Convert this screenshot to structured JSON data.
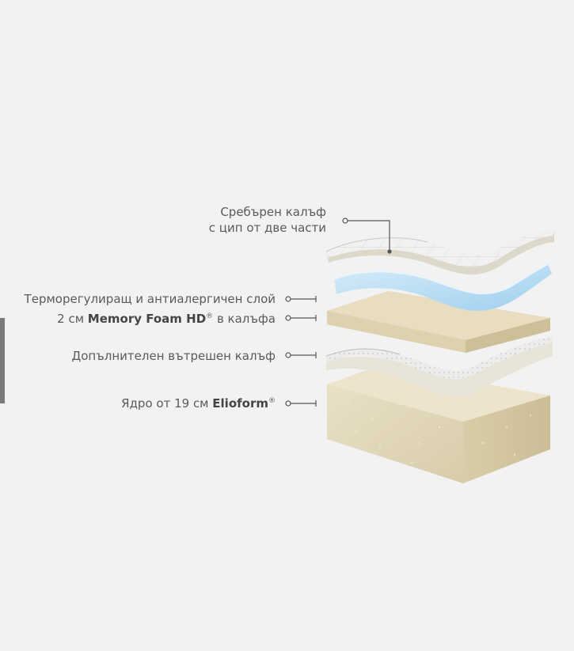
{
  "labels": {
    "cover_line1": "Сребърен калъф",
    "cover_line2": "с цип от две части",
    "thermo": "Терморегулиращ и антиалергичен слой",
    "memory_prefix": "2 см",
    "memory_bold": "Memory Foam HD",
    "memory_reg": "®",
    "memory_suffix": "в калъфа",
    "inner": "Допълнителен вътрешен калъф",
    "core_prefix": "Ядро от 19 см",
    "core_bold": "Elioform",
    "core_reg": "®"
  },
  "colors": {
    "background": "#f2f2f2",
    "text": "#5a5a5a",
    "core": "#e6dcc2",
    "memory_foam": "#dccfac",
    "thermo_layer": "#b9dcf1",
    "cover": "#f4f4f4"
  }
}
